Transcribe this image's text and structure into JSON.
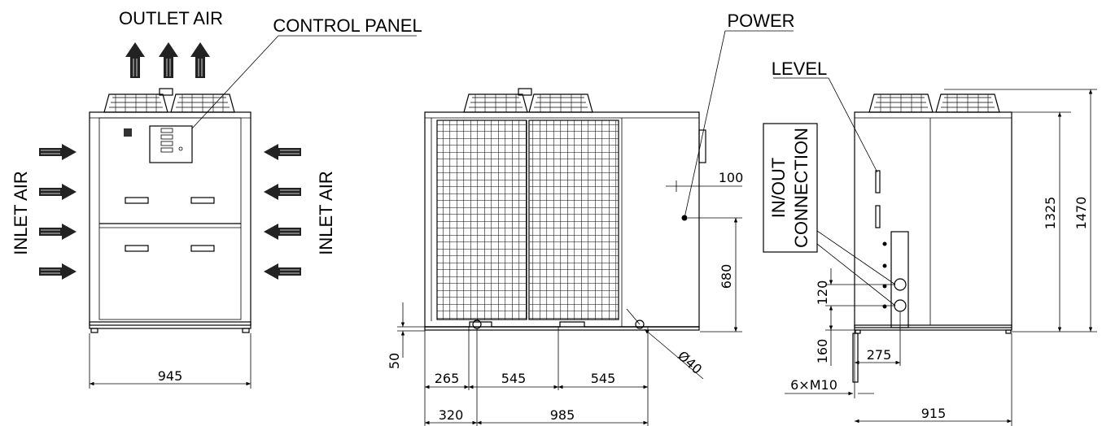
{
  "labels": {
    "outlet_air": "OUTLET AIR",
    "control_panel": "CONTROL PANEL",
    "power": "POWER",
    "level": "LEVEL",
    "inlet_air_left": "INLET AIR",
    "inlet_air_right": "INLET AIR",
    "in_out_connection_1": "IN/OUT",
    "in_out_connection_2": "CONNECTION"
  },
  "dimensions": {
    "front_width": "945",
    "side_100": "100",
    "side_680": "680",
    "side_50": "50",
    "side_265": "265",
    "side_545a": "545",
    "side_545b": "545",
    "side_320": "320",
    "side_985": "985",
    "side_dia40": "Ø40",
    "rear_1325": "1325",
    "rear_1470": "1470",
    "rear_120": "120",
    "rear_160": "160",
    "rear_275": "275",
    "rear_m10": "6×M10",
    "rear_915": "915"
  }
}
